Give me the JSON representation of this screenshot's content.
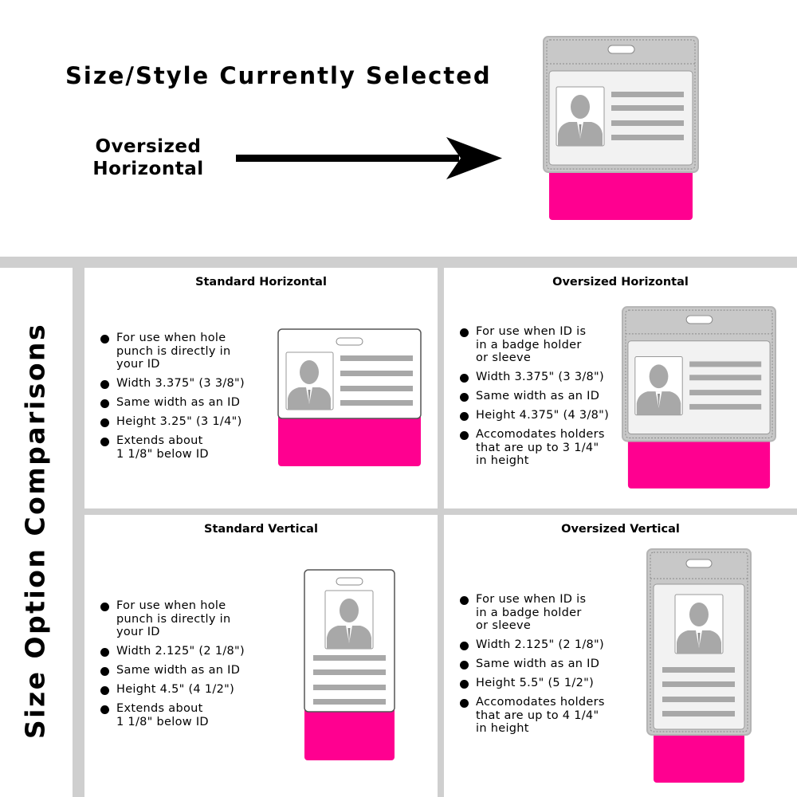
{
  "header": {
    "title": "Size/Style Currently Selected",
    "selected_line1": "Oversized",
    "selected_line2": "Horizontal"
  },
  "side_title": "Size Option Comparisons",
  "colors": {
    "accent": "#ff0090",
    "gray": "#c8c8c8",
    "divider": "#cfcfcf"
  },
  "panels": {
    "standard_horizontal": {
      "title": "Standard Horizontal",
      "bullets": [
        [
          "For use when hole",
          "punch is directly in",
          "your ID"
        ],
        [
          "Width 3.375\" (3 3/8\")"
        ],
        [
          "Same width as an ID"
        ],
        [
          "Height 3.25\" (3 1/4\")"
        ],
        [
          "Extends about",
          "1 1/8\" below ID"
        ]
      ]
    },
    "oversized_horizontal": {
      "title": "Oversized Horizontal",
      "bullets": [
        [
          "For use when ID is",
          "in a badge holder",
          "or sleeve"
        ],
        [
          "Width 3.375\" (3 3/8\")"
        ],
        [
          "Same width as an ID"
        ],
        [
          "Height 4.375\" (4 3/8\")"
        ],
        [
          "Accomodates holders",
          "that are up to 3 1/4\"",
          "in height"
        ]
      ]
    },
    "standard_vertical": {
      "title": "Standard Vertical",
      "bullets": [
        [
          "For use when hole",
          "punch is directly in",
          "your ID"
        ],
        [
          "Width 2.125\" (2 1/8\")"
        ],
        [
          "Same width as an ID"
        ],
        [
          "Height 4.5\" (4 1/2\")"
        ],
        [
          "Extends about",
          "1 1/8\" below ID"
        ]
      ]
    },
    "oversized_vertical": {
      "title": "Oversized Vertical",
      "bullets": [
        [
          "For use when ID is",
          "in a badge holder",
          "or sleeve"
        ],
        [
          "Width 2.125\" (2 1/8\")"
        ],
        [
          "Same width as an ID"
        ],
        [
          "Height 5.5\" (5 1/2\")"
        ],
        [
          "Accomodates holders",
          "that are up to 4 1/4\"",
          "in height"
        ]
      ]
    }
  }
}
